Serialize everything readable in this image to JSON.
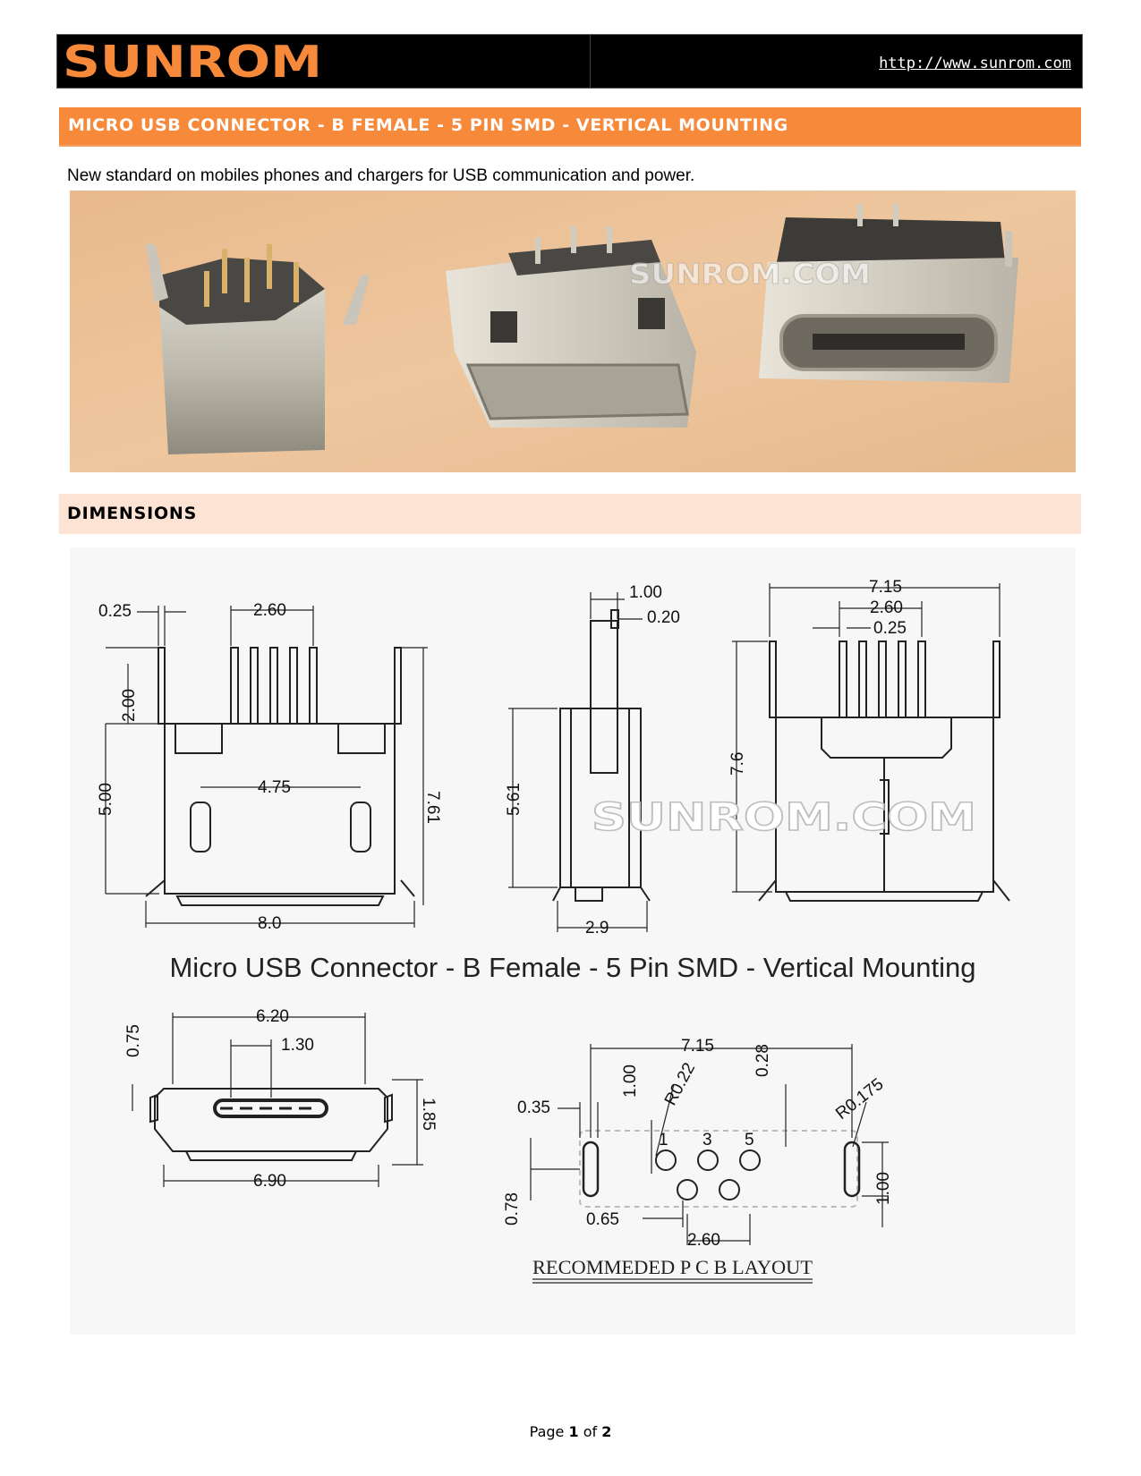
{
  "header": {
    "logo_text": "SUNROM",
    "url": "http://www.sunrom.com",
    "logo_color": "#f7893b"
  },
  "title": "MICRO USB CONNECTOR - B FEMALE - 5 PIN SMD - VERTICAL MOUNTING",
  "description": "New standard on mobiles phones and chargers for USB communication and power.",
  "photo": {
    "watermark": "SUNROM.COM"
  },
  "dimensions_heading": "DIMENSIONS",
  "drawing": {
    "watermark": "SUNROM.COM",
    "caption": "Micro USB Connector - B Female - 5 Pin SMD - Vertical Mounting",
    "front_view": {
      "d1": "0.25",
      "d2": "2.60",
      "d3": "2.00",
      "d4": "5.00",
      "d5": "4.75",
      "d6": "7.61",
      "d7": "8.0"
    },
    "side_view": {
      "d1": "1.00",
      "d2": "0.20",
      "d3": "5.61",
      "d4": "2.9"
    },
    "back_view": {
      "d1": "7.15",
      "d2": "2.60",
      "d3": "0.25",
      "d4": "7.6"
    },
    "end_view": {
      "d1": "6.20",
      "d2": "1.30",
      "d3": "0.75",
      "d4": "1.85",
      "d5": "6.90"
    },
    "pcb_layout": {
      "d1": "7.15",
      "d2": "0.35",
      "d3": "1.00",
      "d4": "R0.22",
      "d5": "0.28",
      "d6": "R0.175",
      "d7": "0.78",
      "d8": "0.65",
      "d9": "2.60",
      "d10": "1.00",
      "pins": [
        "1",
        "3",
        "5"
      ],
      "title": "RECOMMEDED P C B LAYOUT"
    }
  },
  "footer": {
    "prefix": "Page",
    "page": "1",
    "of": "of",
    "total": "2"
  }
}
